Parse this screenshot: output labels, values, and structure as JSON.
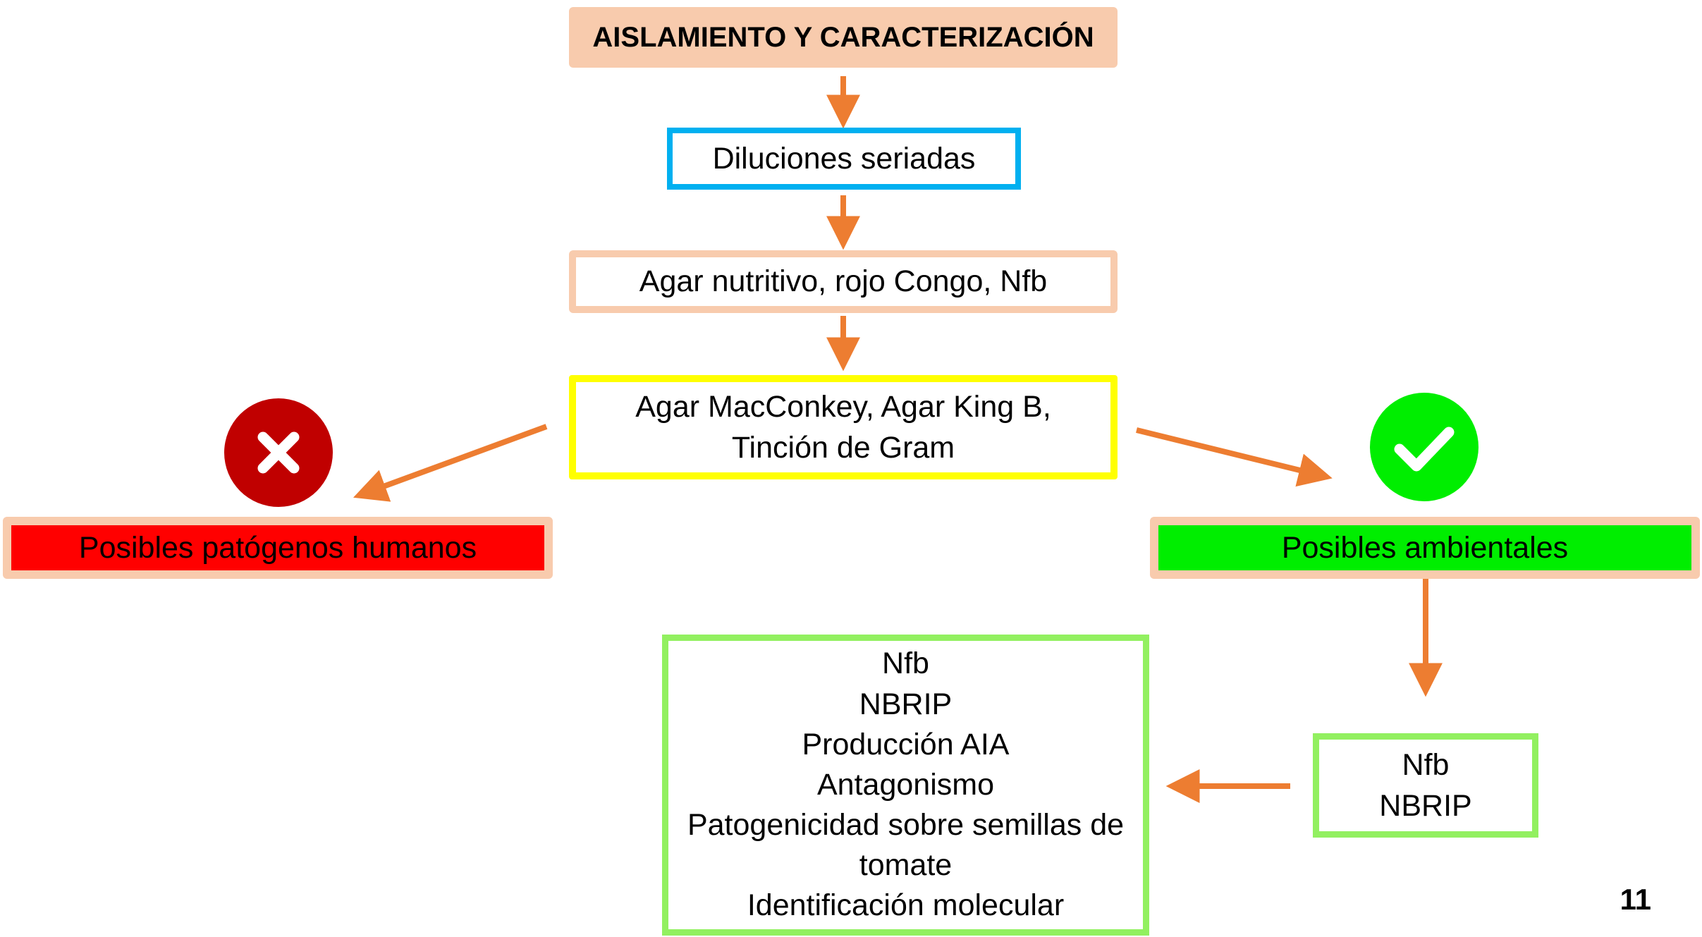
{
  "title": "AISLAMIENTO Y CARACTERIZACIÓN",
  "steps": {
    "diluciones": "Diluciones seriadas",
    "agar": "Agar nutritivo, rojo Congo, Nfb",
    "macconkey": [
      "Agar MacConkey, Agar King B,",
      "Tinción de Gram"
    ]
  },
  "outcomes": {
    "rejected": "Posibles patógenos humanos",
    "accepted": "Posibles ambientales"
  },
  "screening": [
    "Nfb",
    "NBRIP"
  ],
  "results": [
    "Nfb",
    "NBRIP",
    "Producción AIA",
    "Antagonismo",
    "Patogenicidad sobre semillas de",
    "tomate",
    "Identificación molecular"
  ],
  "page_number": "11",
  "colors": {
    "arrow": "#ed7d31",
    "title_fill": "#f8cbad",
    "diluciones_border": "#00b0f0",
    "macconkey_border": "#ffff00",
    "rejected_fill": "#ff0000",
    "accepted_fill": "#00ee00",
    "screening_border": "#92f060",
    "x_badge": "#c00000",
    "check_badge": "#00ee00"
  },
  "icons": {
    "rejected": "x-icon",
    "accepted": "check-icon"
  }
}
